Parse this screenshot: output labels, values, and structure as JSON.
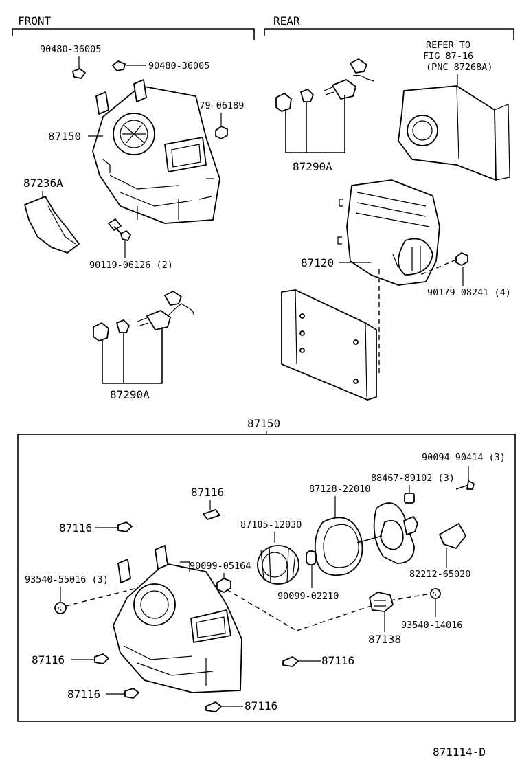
{
  "sections": {
    "front": "FRONT",
    "rear": "REAR",
    "assembly": "87150"
  },
  "refer_note": {
    "line1": "REFER TO",
    "line2": "FIG 87-16",
    "line3": "(PNC 87268A)"
  },
  "front_labels": {
    "p90480_a": "90480-36005",
    "p90480_b": "90480-36005",
    "p90179_06189": "90179-06189",
    "p87150": "87150",
    "p87236a": "87236A",
    "p90119": "90119-06126 (2)",
    "p87290a": "87290A"
  },
  "rear_labels": {
    "p87290a": "87290A",
    "p87120": "87120",
    "p90179_08241": "90179-08241 (4)"
  },
  "assembly_labels": {
    "p90094": "90094-90414 (3)",
    "p88467": "88467-89102 (3)",
    "p87116_top": "87116",
    "p87128": "87128-22010",
    "p87116_left1": "87116",
    "p87105": "87105-12030",
    "p90099_05164": "90099-05164",
    "p93540_55016": "93540-55016 (3)",
    "p82212": "82212-65020",
    "p90099_02210": "90099-02210",
    "p93540_14016": "93540-14016",
    "p87138": "87138",
    "p87116_left2": "87116",
    "p87116_right": "87116",
    "p87116_left3": "87116",
    "p87116_bottom": "87116"
  },
  "figure_id": "871114-D"
}
